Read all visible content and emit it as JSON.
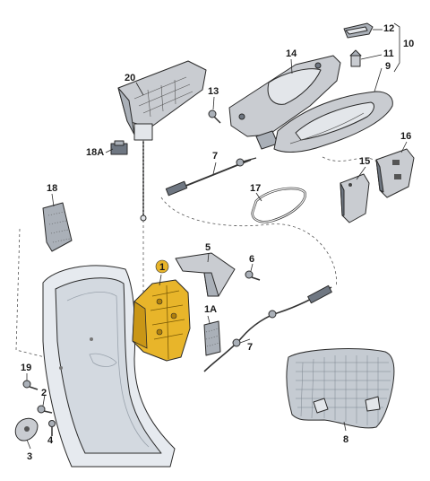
{
  "callouts": {
    "c1": "1",
    "c1A": "1A",
    "c2": "2",
    "c3": "3",
    "c4": "4",
    "c5": "5",
    "c6": "6",
    "c7a": "7",
    "c7b": "7",
    "c8": "8",
    "c9": "9",
    "c10": "10",
    "c11": "11",
    "c12": "12",
    "c13": "13",
    "c14": "14",
    "c15": "15",
    "c16": "16",
    "c17": "17",
    "c18": "18",
    "c18A": "18A",
    "c19": "19",
    "c20": "20"
  },
  "colors": {
    "highlight_part": "#e8b52a",
    "highlight_badge": "#e8b52a",
    "door_panel": "#dfe4ea",
    "part_grey": "#c9ccd1"
  }
}
